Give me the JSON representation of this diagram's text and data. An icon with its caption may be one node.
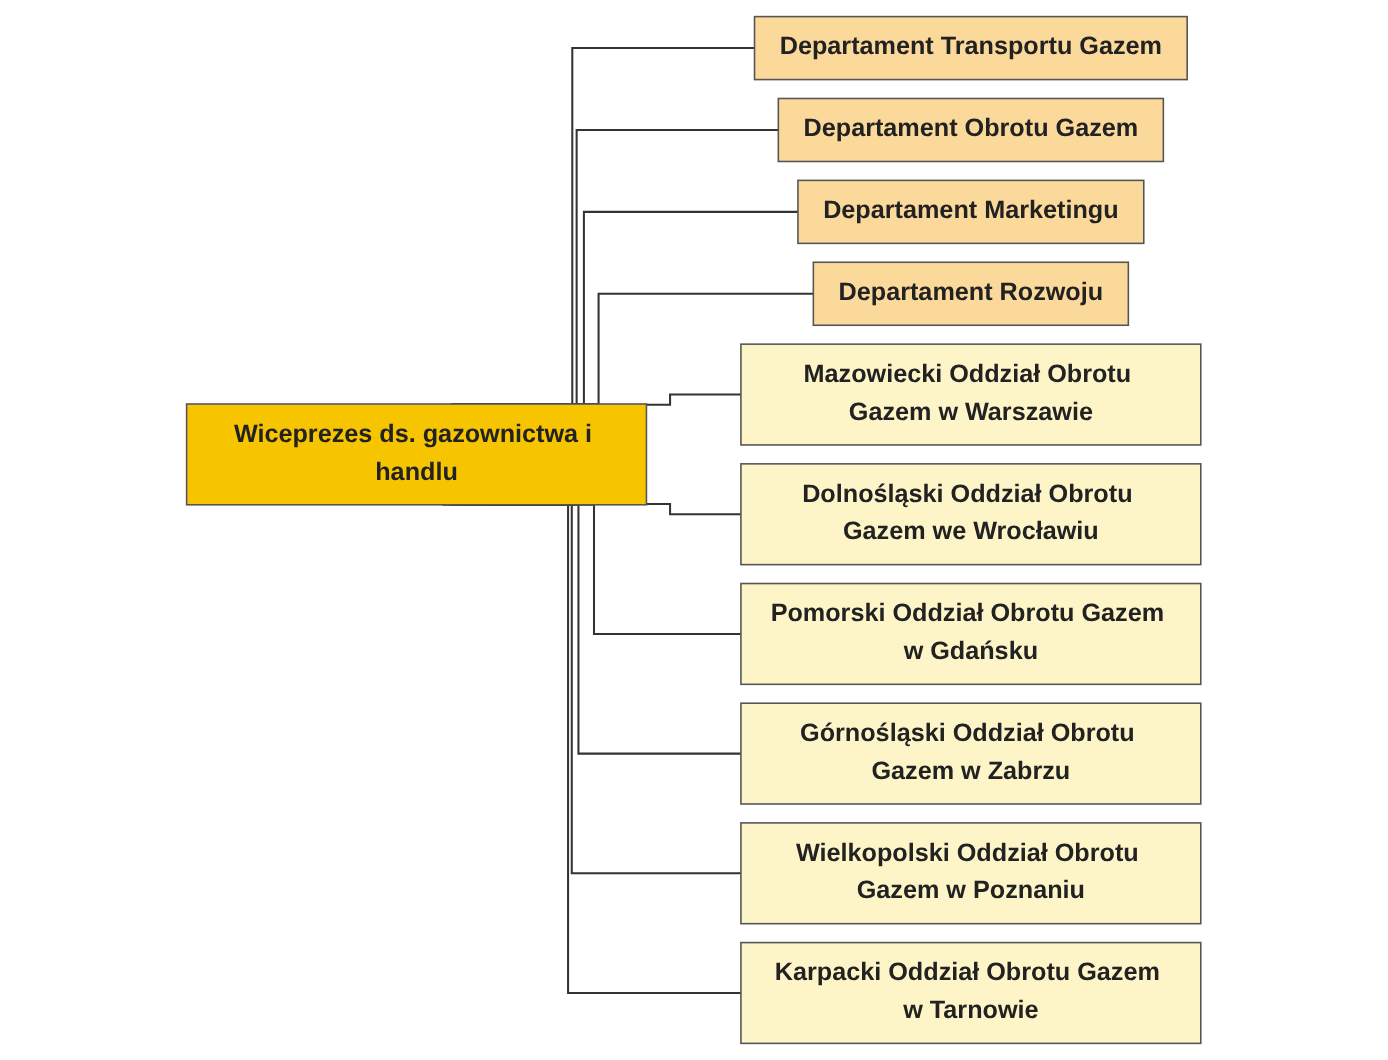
{
  "diagram": {
    "nodes": [
      {
        "text": [
          "Wiceprezes ds. gazownictwa i handlu"
        ]
      },
      {
        "text": [
          "Departament Transportu Gazem"
        ]
      },
      {
        "text": [
          "Departament Obrotu Gazem"
        ]
      },
      {
        "text": [
          "Departament Marketingu"
        ]
      },
      {
        "text": [
          "Departament Rozwoju"
        ]
      },
      {
        "text": [
          "Mazowiecki Oddział Obrotu Gazem w Warszawie"
        ]
      },
      {
        "text": [
          "Dolnośląski Oddział Obrotu Gazem we Wrocławiu"
        ]
      },
      {
        "text": [
          "Pomorski Oddział Obrotu Gazem w Gdańsku"
        ]
      },
      {
        "text": [
          "Górnośląski Oddział Obrotu Gazem w Zabrzu"
        ]
      },
      {
        "text": [
          "Wielkopolski Oddział Obrotu Gazem w Poznaniu"
        ]
      },
      {
        "text": [
          "Karpacki Oddział Obrotu Gazem w Tarnowie"
        ]
      }
    ],
    "edges": [
      {
        "from": 0,
        "to": 1,
        "arrow": "none"
      },
      {
        "from": 0,
        "to": 2,
        "arrow": "none"
      },
      {
        "from": 0,
        "to": 3,
        "arrow": "none"
      },
      {
        "from": 0,
        "to": 4,
        "arrow": "none"
      },
      {
        "from": 0,
        "to": 5,
        "arrow": "none"
      },
      {
        "from": 0,
        "to": 6,
        "arrow": "none"
      },
      {
        "from": 0,
        "to": 7,
        "arrow": "none"
      },
      {
        "from": 0,
        "to": 8,
        "arrow": "none"
      },
      {
        "from": 0,
        "to": 9,
        "arrow": "none"
      },
      {
        "from": 0,
        "to": 10,
        "arrow": "none"
      }
    ]
  }
}
